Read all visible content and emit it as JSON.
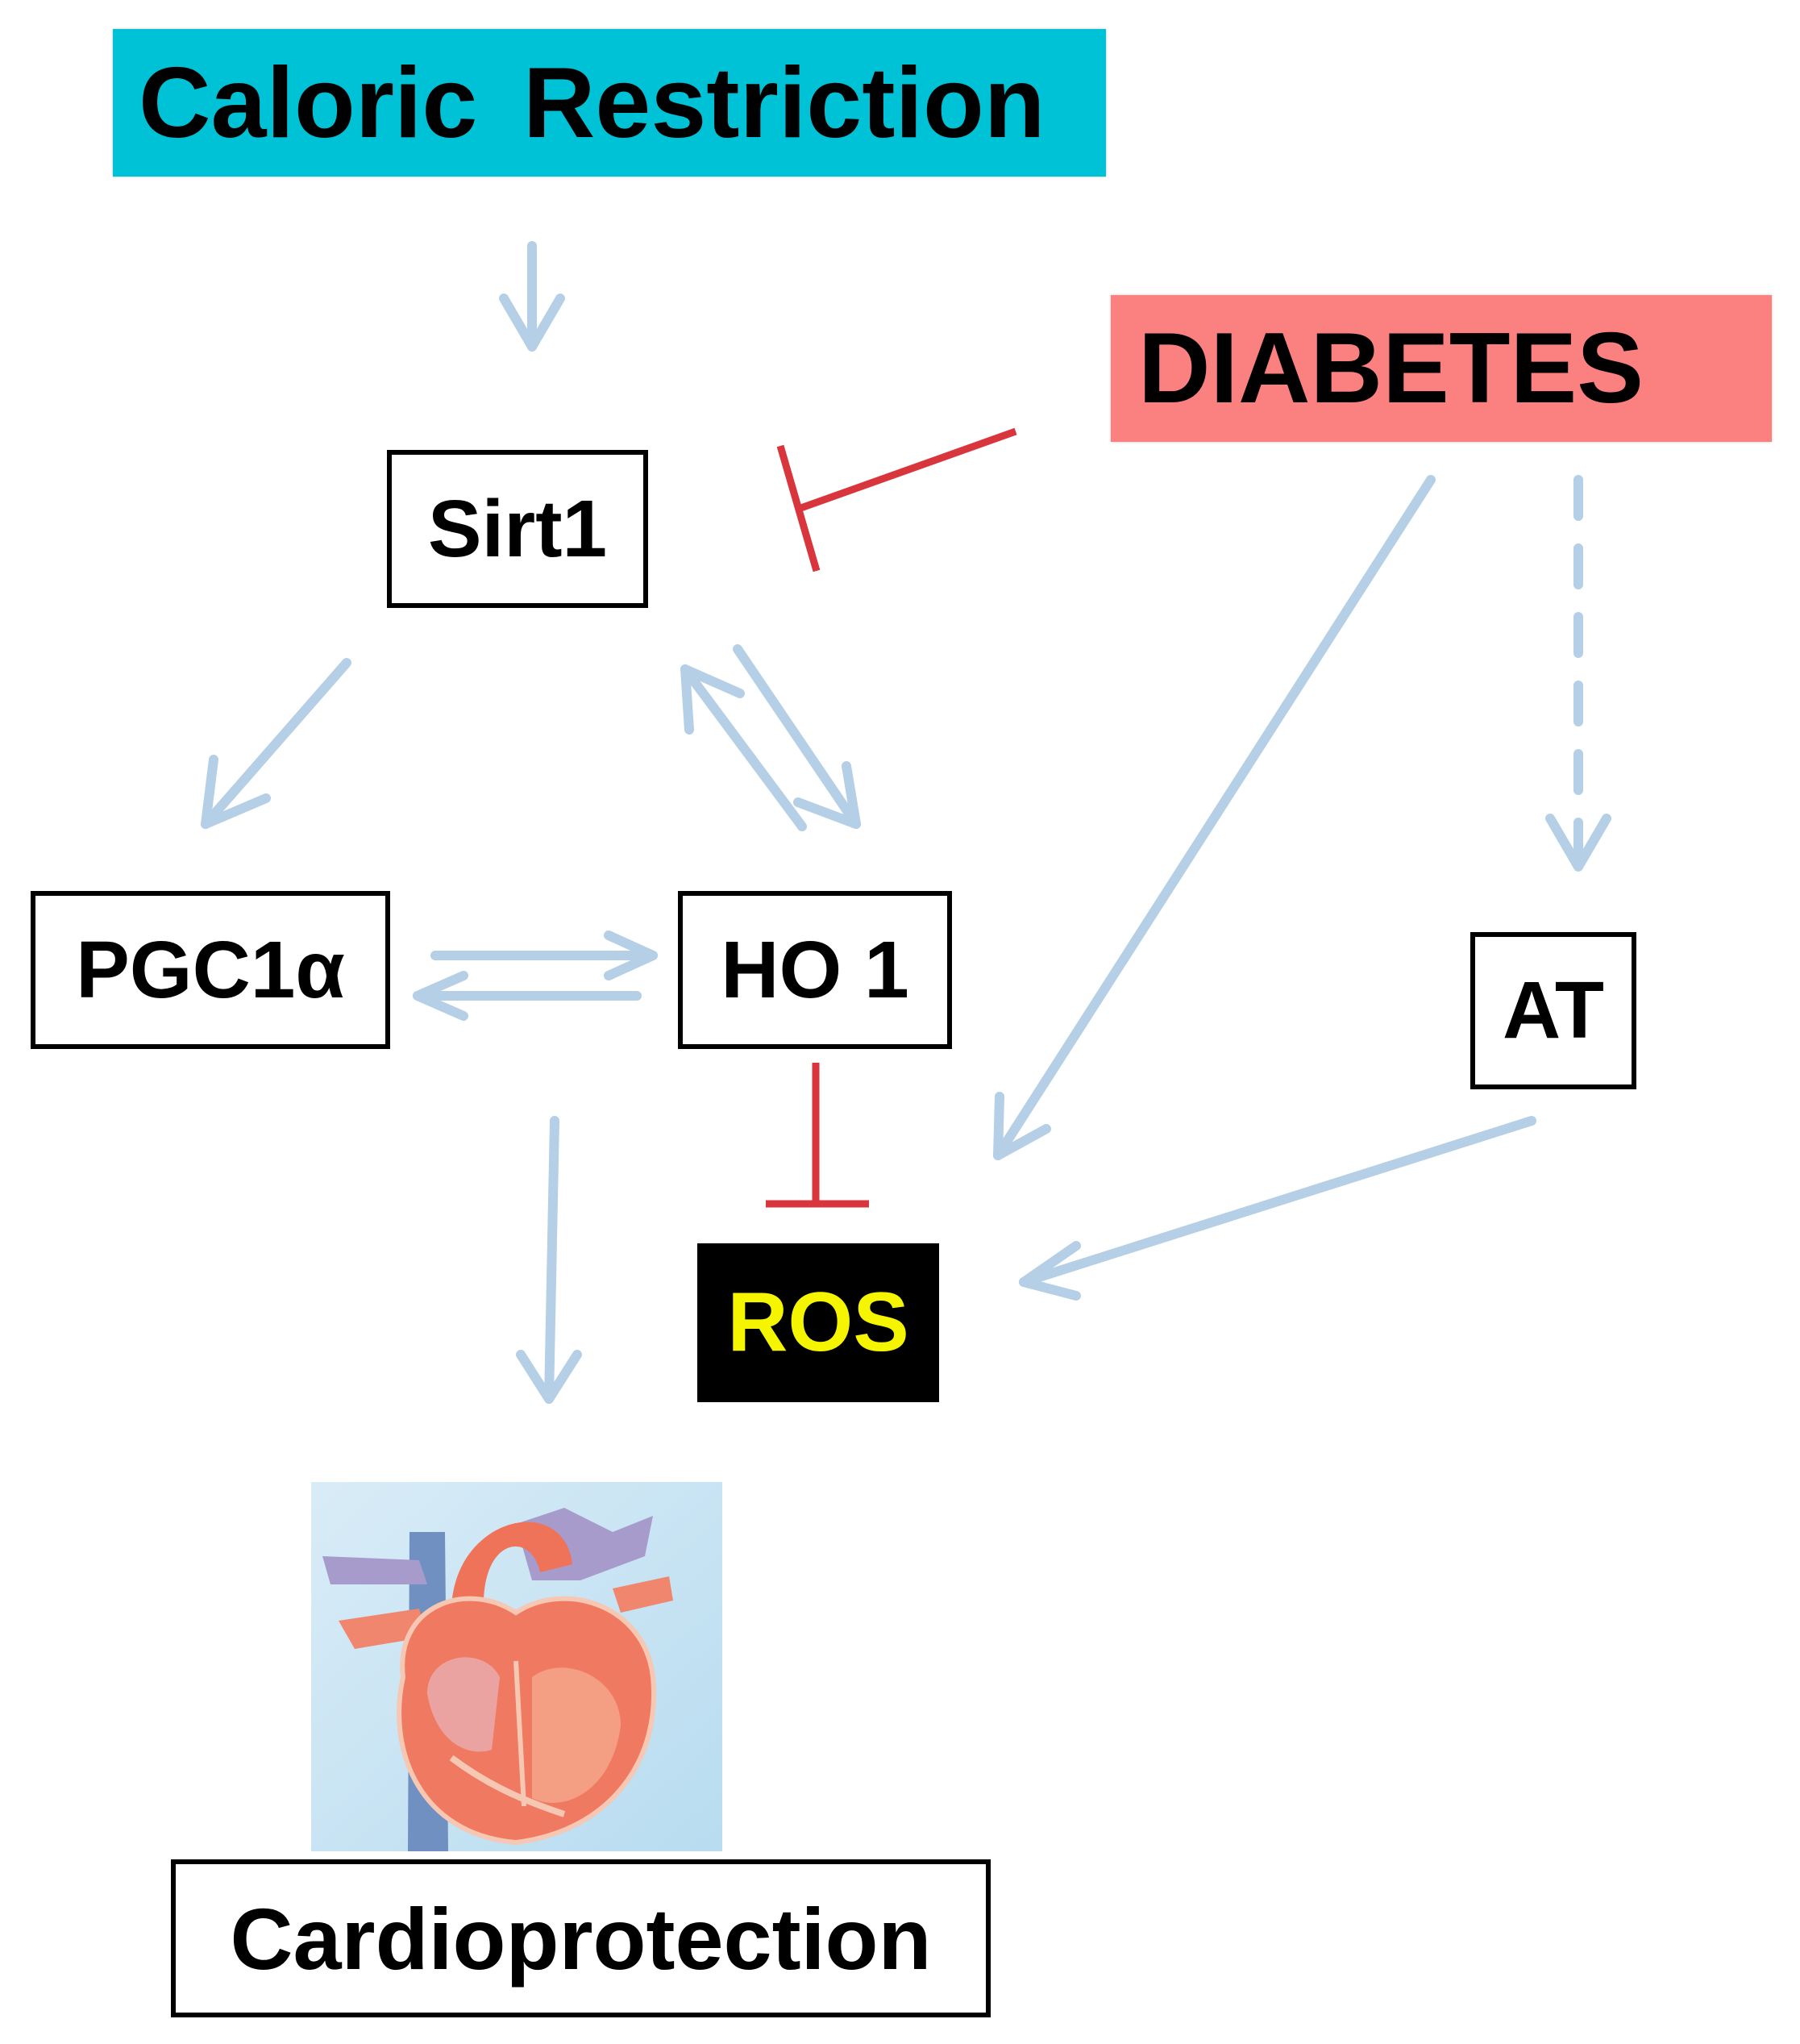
{
  "colors": {
    "arrow": "#b4cfe6",
    "inhibit": "#d9353d",
    "caloric_fill": "#00c2d6",
    "diabetes_fill": "#fb8080",
    "ros_fill": "#000000",
    "ros_text": "#f5f500"
  },
  "nodes": {
    "caloric": "Caloric  Restriction",
    "diabetes": "DIABETES",
    "sirt1": "Sirt1",
    "pgc": "PGC1α",
    "ho1": "HO 1",
    "at": "AT",
    "ros": "ROS",
    "cardio": "Cardioprotection"
  },
  "edges": [
    {
      "from": "Caloric  Restriction",
      "to": "Sirt1",
      "type": "activates"
    },
    {
      "from": "DIABETES",
      "to": "Sirt1",
      "type": "inhibits"
    },
    {
      "from": "DIABETES",
      "to": "ROS",
      "type": "activates"
    },
    {
      "from": "DIABETES",
      "to": "AT",
      "type": "activates (dashed)"
    },
    {
      "from": "Sirt1",
      "to": "PGC1α",
      "type": "activates"
    },
    {
      "from": "Sirt1",
      "to": "HO 1",
      "type": "activates"
    },
    {
      "from": "HO 1",
      "to": "Sirt1",
      "type": "activates"
    },
    {
      "from": "PGC1α",
      "to": "HO 1",
      "type": "activates"
    },
    {
      "from": "HO 1",
      "to": "PGC1α",
      "type": "activates"
    },
    {
      "from": "HO 1",
      "to": "ROS",
      "type": "inhibits"
    },
    {
      "from": "AT",
      "to": "ROS",
      "type": "activates"
    },
    {
      "from": "PGC1α / HO 1",
      "to": "Cardioprotection",
      "type": "activates"
    }
  ],
  "heart_illustration": "heart-illustration"
}
